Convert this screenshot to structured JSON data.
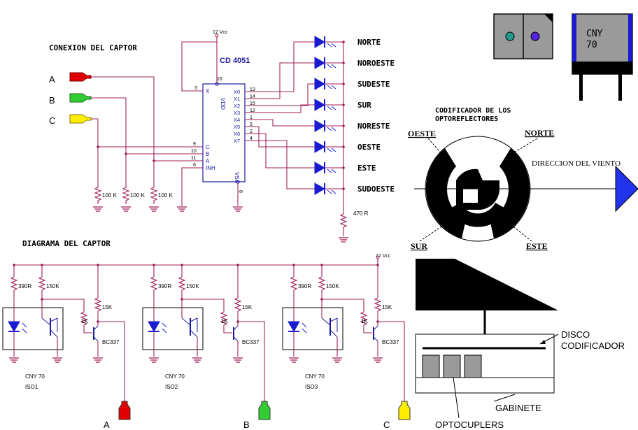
{
  "colors": {
    "wire": "#a0205a",
    "ic": "#1a1aa0",
    "led": "#1a1ad0",
    "green_wire": "#2e7d32",
    "plug_a": "#e00000",
    "plug_b": "#33cc33",
    "plug_c": "#ffee00",
    "arrow": "#2233ee",
    "sensor_gray": "#9a9a9a",
    "dot_teal": "#22998c",
    "dot_violet": "#5522dd"
  },
  "connection": {
    "title": "CONEXION DEL CAPTOR",
    "inputs": [
      "A",
      "B",
      "C"
    ],
    "vcc": "12 Vcc",
    "ic_name": "CD 4051",
    "pin_vdd_num": "16",
    "pin_vdd": "VDD",
    "pin_vss": "VSS",
    "pin_vss_num": "8",
    "pin_x_num": "3",
    "pin_x": "X",
    "left_pin_nums": [
      "9",
      "10",
      "11",
      "6"
    ],
    "left_pin_labels": [
      "C",
      "B",
      "A",
      "INH"
    ],
    "right_pin_labels": [
      "X0",
      "X1",
      "X2",
      "X3",
      "X4",
      "X5",
      "X6",
      "X7"
    ],
    "right_pin_nums": [
      "13",
      "14",
      "15",
      "12",
      "1",
      "5",
      "2",
      "4"
    ],
    "resistors": [
      "100 K",
      "100 K",
      "100 K"
    ],
    "led_resistor": "470 R",
    "directions": [
      "NORTE",
      "NOROESTE",
      "SUDESTE",
      "SUR",
      "NORESTE",
      "OESTE",
      "ESTE",
      "SUDOESTE"
    ]
  },
  "sensor": {
    "name_line1": "CNY",
    "name_line2": "70"
  },
  "encoder": {
    "title_line1": "CODIFICADOR DE LOS",
    "title_line2": "OPTOREFLECTORES",
    "oeste": "OESTE",
    "norte": "NORTE",
    "sur": "SUR",
    "este": "ESTE",
    "wind_direction": "DIRECCION DEL VIENTO"
  },
  "diagram": {
    "title": "DIAGRAMA DEL CAPTOR",
    "vcc": "12 Vcc",
    "stages": [
      {
        "r1": "390R",
        "r2": "150K",
        "r3": "15K",
        "r4": "1K",
        "transistor": "BC337",
        "part": "CNY 70",
        "id": "ISO1",
        "out": "A"
      },
      {
        "r1": "390R",
        "r2": "150K",
        "r3": "15K",
        "r4": "1K",
        "transistor": "BC337",
        "part": "CNY 70",
        "id": "ISO2",
        "out": "B"
      },
      {
        "r1": "390R",
        "r2": "150K",
        "r3": "15K",
        "r4": "1K",
        "transistor": "BC337",
        "part": "CNY 70",
        "id": "ISO3",
        "out": "C"
      }
    ]
  },
  "assembly": {
    "disk_line1": "DISCO",
    "disk_line2": "CODIFICADOR",
    "housing": "GABINETE",
    "optocouplers": "OPTOCUPLERS"
  }
}
